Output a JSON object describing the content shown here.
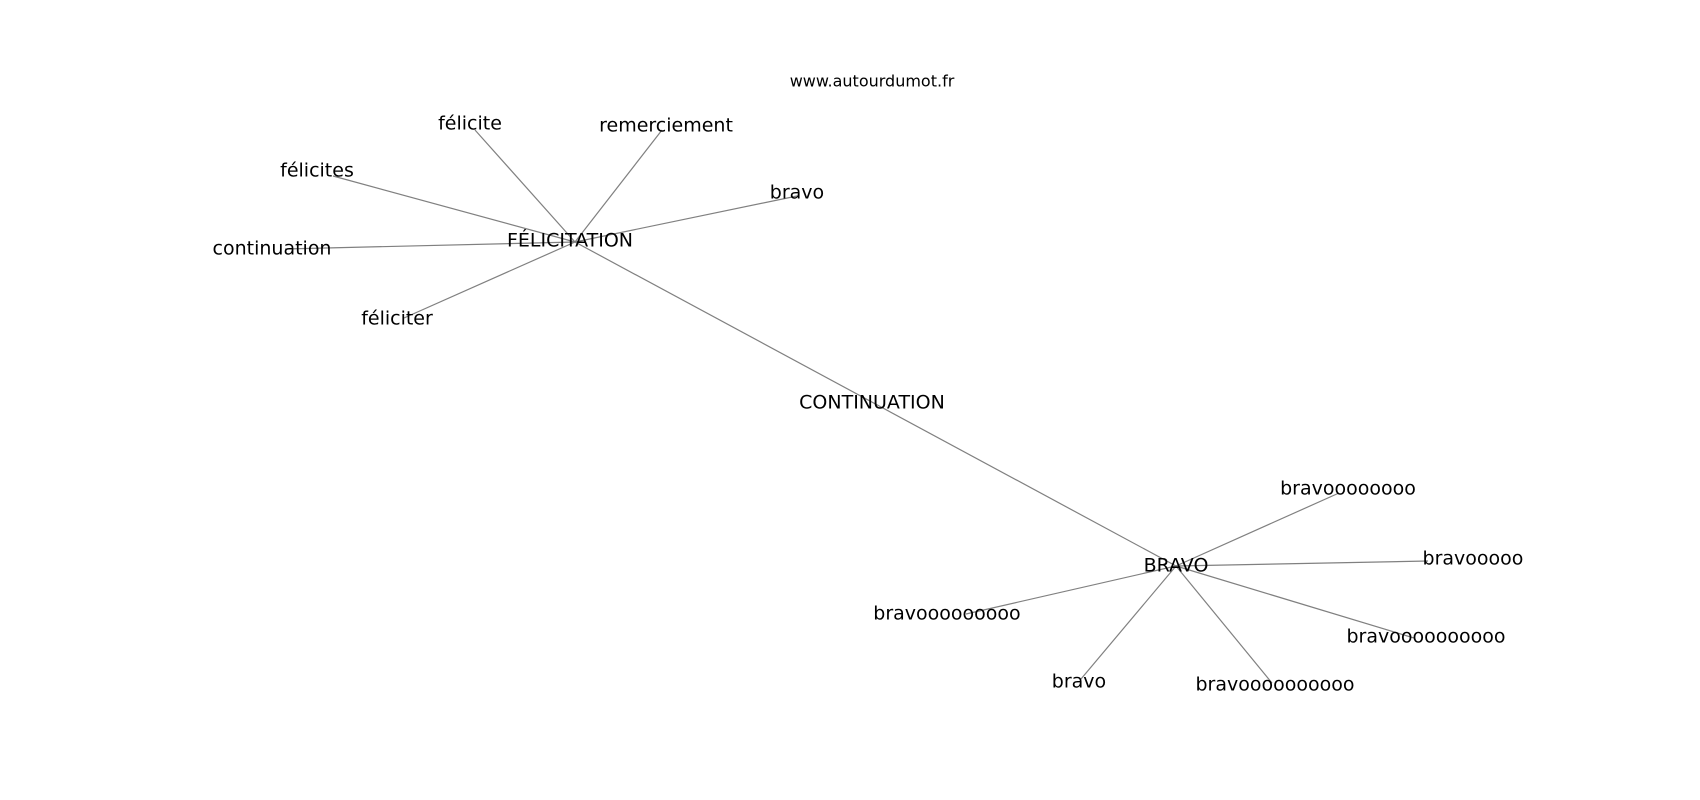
{
  "source_url": "www.autourdumot.fr",
  "colors": {
    "edge": "#808080",
    "text": "#000000",
    "background": "#ffffff"
  },
  "nodes": [
    {
      "id": "felicitation",
      "label": "FÉLICITATION"
    },
    {
      "id": "continuation-hub",
      "label": "CONTINUATION"
    },
    {
      "id": "bravo-hub",
      "label": "BRAVO"
    },
    {
      "id": "felicite",
      "label": "félicite"
    },
    {
      "id": "remerciement",
      "label": "remerciement"
    },
    {
      "id": "felicites",
      "label": "félicites"
    },
    {
      "id": "bravo-1",
      "label": "bravo"
    },
    {
      "id": "continuation",
      "label": "continuation"
    },
    {
      "id": "feliciter",
      "label": "féliciter"
    },
    {
      "id": "bravoooooooo-9",
      "label": "bravoooooooo"
    },
    {
      "id": "bravooooo",
      "label": "bravooooo"
    },
    {
      "id": "bravoooooooo-8",
      "label": "bravooooooooo"
    },
    {
      "id": "bravooooooooooo",
      "label": "bravoooooooooo"
    },
    {
      "id": "bravo-2",
      "label": "bravo"
    },
    {
      "id": "bravooooooooo",
      "label": "bravoooooooooo"
    }
  ],
  "edges": [
    {
      "source": "felicitation",
      "target": "felicite"
    },
    {
      "source": "felicitation",
      "target": "remerciement"
    },
    {
      "source": "felicitation",
      "target": "felicites"
    },
    {
      "source": "felicitation",
      "target": "bravo-1"
    },
    {
      "source": "felicitation",
      "target": "continuation"
    },
    {
      "source": "felicitation",
      "target": "feliciter"
    },
    {
      "source": "felicitation",
      "target": "bravo-hub"
    },
    {
      "source": "bravo-hub",
      "target": "bravoooooooo-9"
    },
    {
      "source": "bravo-hub",
      "target": "bravooooo"
    },
    {
      "source": "bravo-hub",
      "target": "bravoooooooo-8"
    },
    {
      "source": "bravo-hub",
      "target": "bravooooooooooo"
    },
    {
      "source": "bravo-hub",
      "target": "bravo-2"
    },
    {
      "source": "bravo-hub",
      "target": "bravooooooooo"
    }
  ]
}
